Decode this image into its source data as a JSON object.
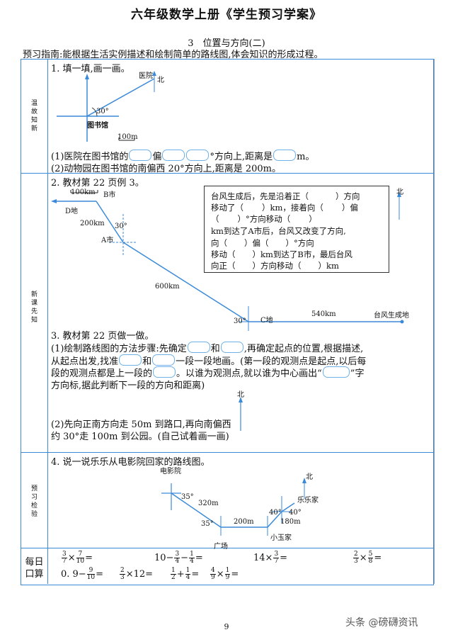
{
  "header": {
    "title": "六年级数学上册《学生预习学案》",
    "lesson": "3　位置与方向(二)",
    "guide": "预习指南:能根据生活实例描述和绘制简单的路线图,体会知识的形成过程。"
  },
  "sections": {
    "review": "温故知新",
    "new": "新课先知",
    "check": "预习检验",
    "daily": "每日口算"
  },
  "q1": {
    "heading": "1. 填一填,画一画。",
    "labels": {
      "hospital": "医院",
      "north": "北",
      "library": "图书馆",
      "angle": "30°",
      "scale": "100m"
    },
    "line1_a": "(1)医院在图书馆的",
    "line1_b": "偏",
    "line1_c": "°方向上,距离是",
    "line1_d": "m。",
    "line2": "(2)动物园在图书馆的南偏西 20°方向上,距离是 200m。"
  },
  "q2": {
    "heading": "2. 教材第 22 页例 3。",
    "labels": {
      "scale": "100km",
      "b": "B市",
      "d": "D地",
      "d200": "200km",
      "a30": "30°",
      "a": "A市",
      "d600": "600km",
      "c30": "30°",
      "c": "C地",
      "d540": "540km",
      "typhoon": "台风生成地",
      "north": "北"
    },
    "box": {
      "l1a": "台风生成后，先是沿着正（",
      "l1b": "）方向",
      "l2a": "移动了（",
      "l2b": "）km，接着向（",
      "l2c": "）偏",
      "l3a": "（",
      "l3b": "）",
      "l3c": "°方向移动（",
      "l4": "km到达了A市后，台风又改变了方向,",
      "l5a": "向（",
      "l5b": "）偏（",
      "l5c": "）",
      "l5d": "°方向",
      "l6a": "移动（",
      "l6b": "）km到达了B市，最后台风",
      "l7a": "向正（",
      "l7b": "）方向移动（",
      "l7c": "）km"
    }
  },
  "q3": {
    "heading": "3. 教材第 22 页做一做。",
    "p1a": "(1)绘制路线图的方法步骤:先确定",
    "p1b": "和",
    "p1c": ",再确定起点的位置,根据描述,",
    "p2a": "从起点出发,找准",
    "p2b": "和",
    "p2c": "一段一段地画。(第一段的观测点是起点,以后每",
    "p3a": "段的观测点都是上一段的",
    "p3b": "。以谁为观测点,就以谁为中心画出“",
    "p3c": "”字",
    "p4": "方向标,据此判断下一段的方向和距离)",
    "north": "北",
    "p5": "(2)先向正南方向走 50m 到路口,再向南偏西",
    "p6": "约 30°走 100m 到公园。(自己试着画一画)"
  },
  "q4": {
    "heading": "4. 说一说乐乐从电影院回家的路线图。",
    "labels": {
      "cinema": "电影院",
      "a35a": "35°",
      "d320": "320m",
      "a35b": "35°",
      "square": "广场",
      "d200": "200m",
      "a40a": "40°",
      "a40b": "40°",
      "d180": "180m",
      "xiaowu": "小玉家",
      "lele": "乐乐家",
      "north": "北"
    }
  },
  "calc": {
    "c1": {
      "n1": "3",
      "d1": "7",
      "op": "×",
      "n2": "7",
      "d2": "10",
      "eq": "="
    },
    "c2": {
      "lead": "10−",
      "n1": "3",
      "d1": "4",
      "op": "−",
      "n2": "1",
      "d2": "4",
      "eq": "="
    },
    "c3": {
      "lead": "14×",
      "n1": "3",
      "d1": "7",
      "eq": "="
    },
    "c4": {
      "n1": "2",
      "d1": "3",
      "op": "×",
      "n2": "5",
      "d2": "8",
      "eq": "="
    },
    "c5": {
      "lead": "0. 9−",
      "n1": "9",
      "d1": "10",
      "eq": "="
    },
    "c6": {
      "n1": "2",
      "d1": "3",
      "op": "×12=",
      "eq": ""
    },
    "c7": {
      "n1": "1",
      "d1": "2",
      "op": "+",
      "n2": "1",
      "d2": "4",
      "eq": "="
    },
    "c8": {
      "n1": "4",
      "d1": "9",
      "op": "×",
      "n2": "1",
      "d2": "9",
      "eq": "="
    }
  },
  "footer": {
    "page": "9",
    "watermark": "头条 @磅礴资讯"
  }
}
